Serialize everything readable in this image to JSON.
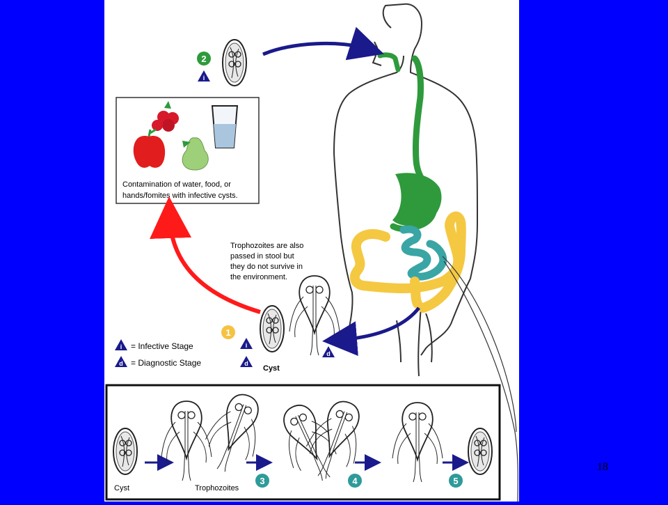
{
  "slide": {
    "page_number": "18",
    "background_color": "#0000ff"
  },
  "diagram": {
    "contamination_box": {
      "line1": "Contamination of water, food, or",
      "line2": "hands/fomites with infective cysts."
    },
    "trophozoite_note": {
      "line1": "Trophozoites are also",
      "line2": "passed in stool but",
      "line3": "they do not survive in",
      "line4": "the environment."
    },
    "legend": {
      "infective_symbol": "i",
      "infective_label": "= Infective Stage",
      "diagnostic_symbol": "d",
      "diagnostic_label": "= Diagnostic Stage"
    },
    "cyst_label": "Cyst",
    "stages": [
      "1",
      "2",
      "3",
      "4",
      "5"
    ],
    "bottom_panel": {
      "cyst_label": "Cyst",
      "trophozoites_label": "Trophozoites"
    },
    "colors": {
      "gi_upper": "#2e9a3c",
      "colon": "#f5c842",
      "small_intestine": "#3aa5a5",
      "arrow_blue": "#1a1a8c",
      "arrow_red": "#ff1a1a",
      "stage_1_badge": "#f5c242",
      "stage_2_badge": "#2e9a3c",
      "stage_3_5_badge": "#2f9a9a",
      "triangle_marker": "#1a1a8c"
    },
    "icons": [
      "raspberry-icon",
      "apple-icon",
      "pear-icon",
      "water-glass-icon",
      "cyst-icon",
      "trophozoite-icon"
    ]
  }
}
